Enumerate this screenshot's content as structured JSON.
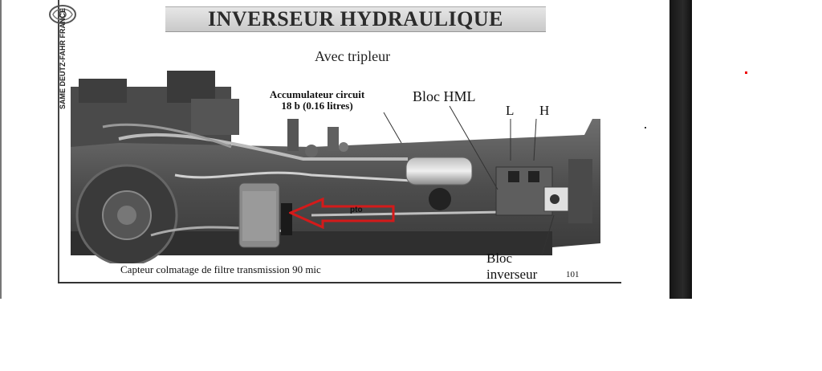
{
  "title": "INVERSEUR HYDRAULIQUE",
  "subtitle": "Avec tripleur",
  "brand": "SAME DEUTZ-FAHR FRANCE",
  "labels": {
    "accumulator_line1": "Accumulateur circuit",
    "accumulator_line2": "18 b (0.16 litres)",
    "bloc_hml": "Bloc HML",
    "l": "L",
    "h": "H",
    "pto": "pto",
    "capteur": "Capteur colmatage de filtre transmission 90 mic",
    "bloc_inverseur_line1": "Bloc",
    "bloc_inverseur_line2": "inverseur"
  },
  "page_number": "101",
  "colors": {
    "arrow": "#d41a1a",
    "banner": "#d4d4d4",
    "machine": "#5a5a5a",
    "dark_bar": "#1c1c1c"
  },
  "icons": {
    "logo": "sdf-logo-icon",
    "arrow": "red-arrow-icon"
  }
}
